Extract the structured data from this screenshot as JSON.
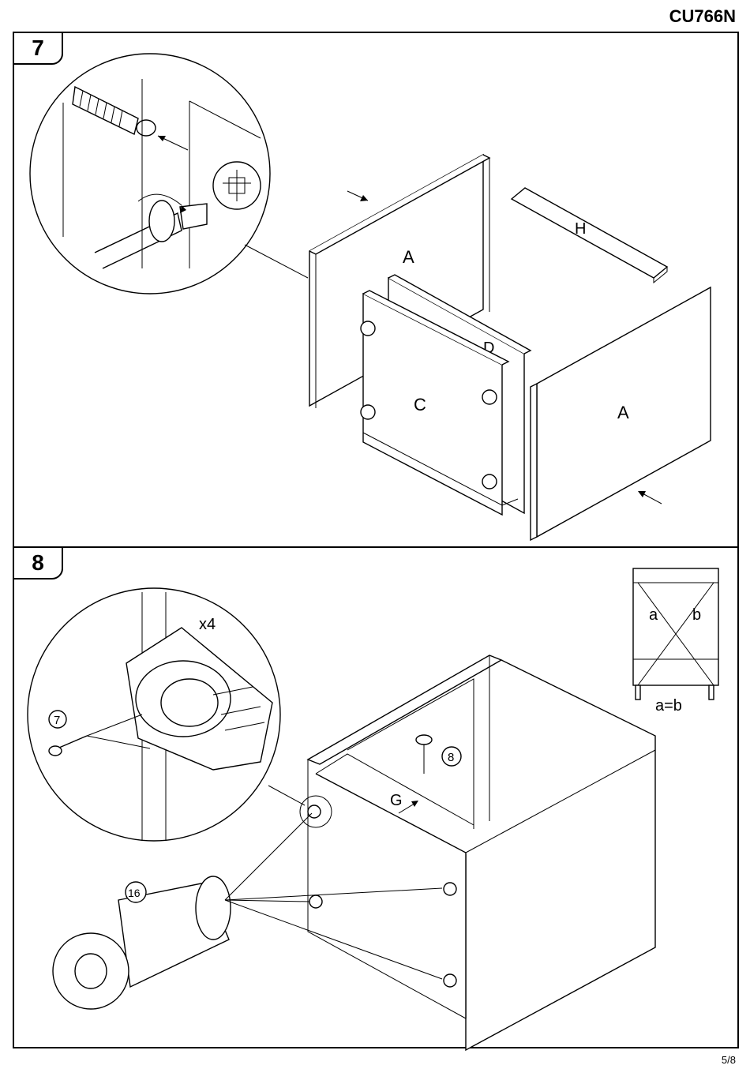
{
  "product_code": "CU766N",
  "page_number": "5/8",
  "steps": [
    {
      "number": "7",
      "panel_labels": [
        "A",
        "H",
        "D",
        "C",
        "A"
      ]
    },
    {
      "number": "8",
      "panel_labels": [
        "G"
      ],
      "part_numbers": [
        "7",
        "8",
        "16"
      ],
      "quantity": "x4",
      "diagonal": {
        "a": "a",
        "b": "b",
        "equation": "a=b"
      }
    }
  ]
}
